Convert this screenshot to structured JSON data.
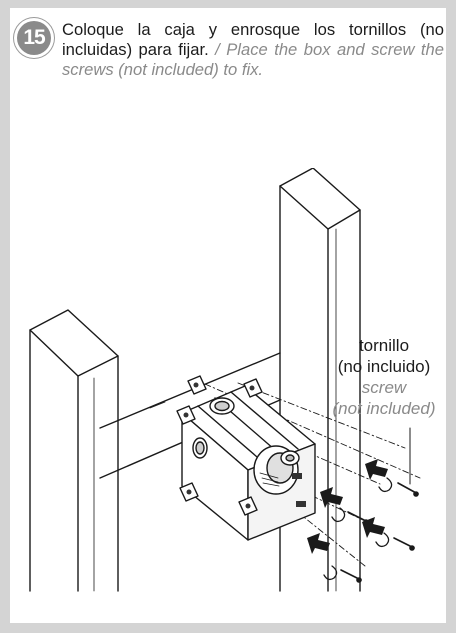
{
  "step": {
    "number": "15",
    "text_es": "Coloque la caja y enrosque los tornillos (no incluidas) para fijar.",
    "separator": " / ",
    "text_en": "Place the box and screw the screws (not included) to fix."
  },
  "callout": {
    "line1_es": "tornillo",
    "line2_es": "(no incluido)",
    "line1_en": "screw",
    "line2_en": "(not included)"
  },
  "colors": {
    "frame": "#d4d4d4",
    "badge": "#8a8a8a",
    "text": "#1c1c1c",
    "english_text": "#8a8a8a"
  }
}
